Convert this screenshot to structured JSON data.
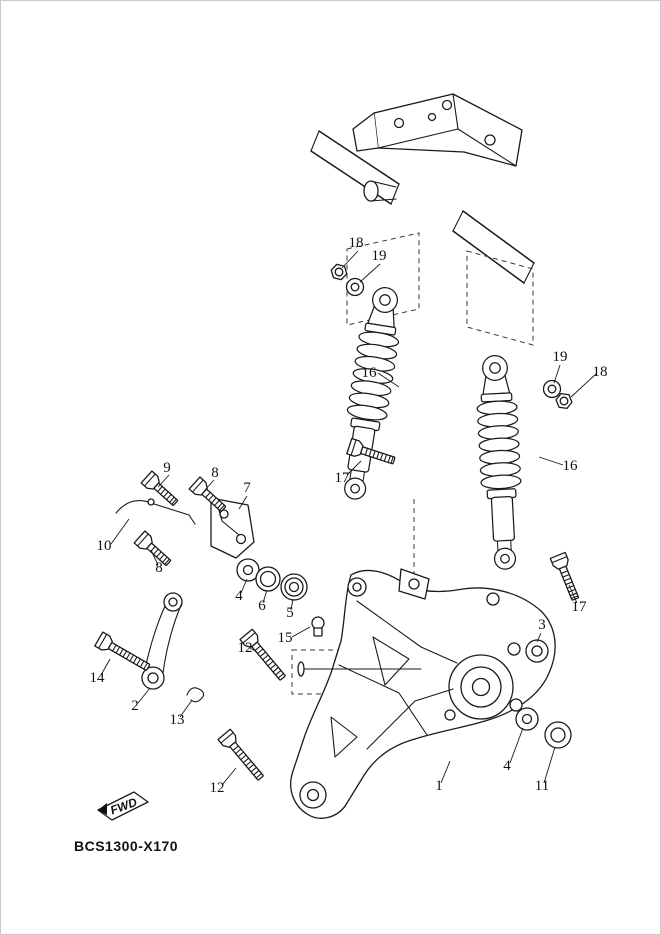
{
  "diagram": {
    "part_code": "BCS1300-X170",
    "fwd_label": "FWD",
    "callouts": [
      {
        "label": "18"
      },
      {
        "label": "19"
      },
      {
        "label": "16"
      },
      {
        "label": "17"
      },
      {
        "label": "19"
      },
      {
        "label": "18"
      },
      {
        "label": "16"
      },
      {
        "label": "17"
      },
      {
        "label": "9"
      },
      {
        "label": "8"
      },
      {
        "label": "7"
      },
      {
        "label": "10"
      },
      {
        "label": "8"
      },
      {
        "label": "4"
      },
      {
        "label": "6"
      },
      {
        "label": "5"
      },
      {
        "label": "15"
      },
      {
        "label": "3"
      },
      {
        "label": "14"
      },
      {
        "label": "2"
      },
      {
        "label": "13"
      },
      {
        "label": "12"
      },
      {
        "label": "12"
      },
      {
        "label": "1"
      },
      {
        "label": "4"
      },
      {
        "label": "11"
      }
    ]
  }
}
